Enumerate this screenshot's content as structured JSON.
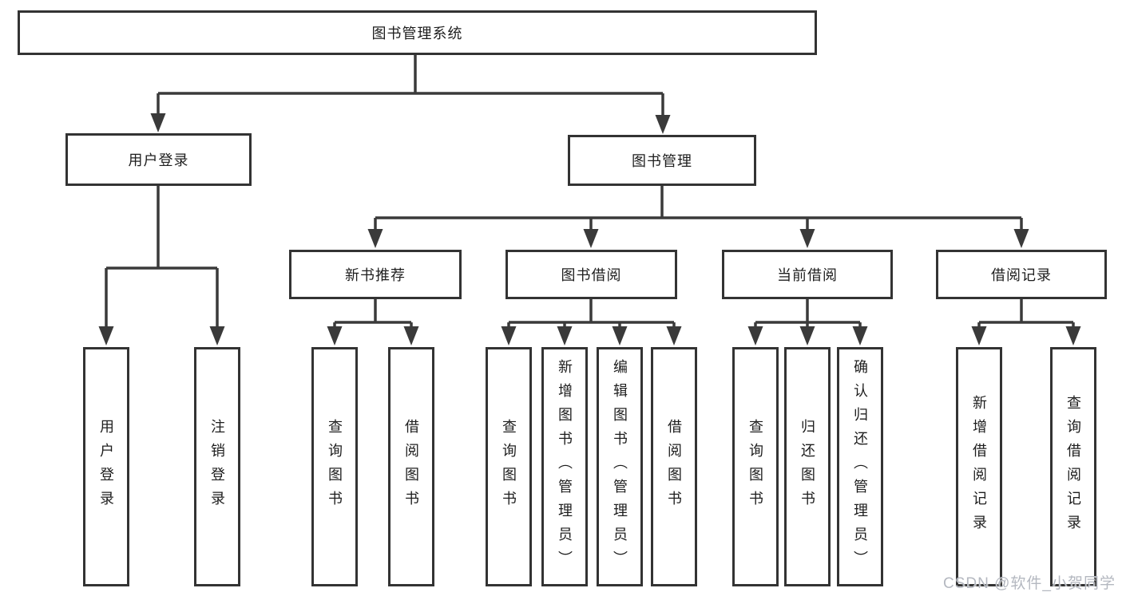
{
  "colors": {
    "line": "#3a3a3a",
    "box_border": "#333333",
    "text": "#1e1e1e",
    "background": "#ffffff",
    "watermark": "#b4b8c0"
  },
  "tree": {
    "root": {
      "label": "图书管理系统"
    },
    "branches": [
      {
        "label": "用户登录",
        "children": [
          {
            "label": "用户登录"
          },
          {
            "label": "注销登录"
          }
        ]
      },
      {
        "label": "图书管理",
        "sections": [
          {
            "label": "新书推荐",
            "children": [
              {
                "label": "查询图书"
              },
              {
                "label": "借阅图书"
              }
            ]
          },
          {
            "label": "图书借阅",
            "children": [
              {
                "label": "查询图书"
              },
              {
                "label": "新增图书（管理员）"
              },
              {
                "label": "编辑图书（管理员）"
              },
              {
                "label": "借阅图书"
              }
            ]
          },
          {
            "label": "当前借阅",
            "children": [
              {
                "label": "查询图书"
              },
              {
                "label": "归还图书"
              },
              {
                "label": "确认归还（管理员）"
              }
            ]
          },
          {
            "label": "借阅记录",
            "children": [
              {
                "label": "新增借阅记录"
              },
              {
                "label": "查询借阅记录"
              }
            ]
          }
        ]
      }
    ]
  },
  "watermark": {
    "text": "CSDN @软件_小贺同学"
  }
}
